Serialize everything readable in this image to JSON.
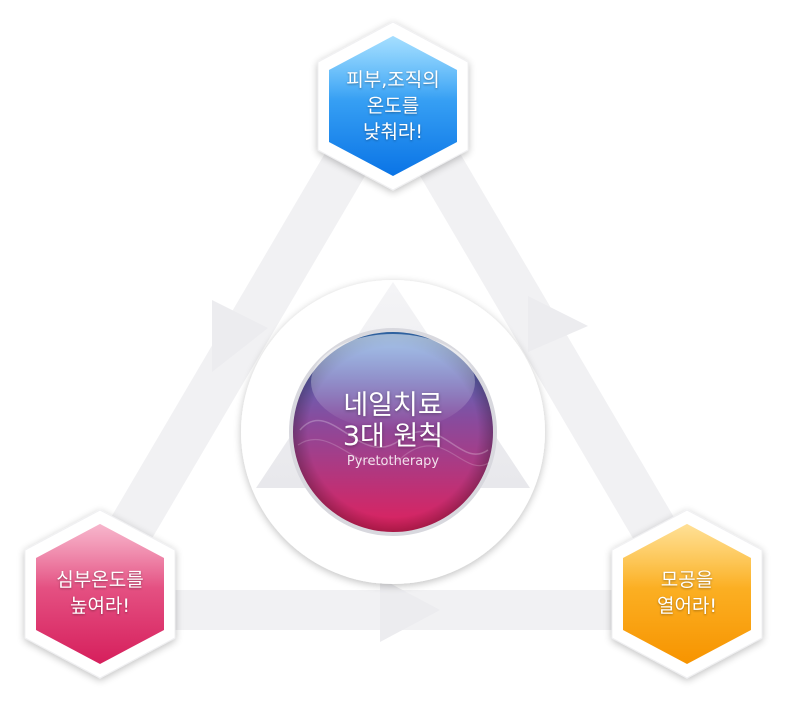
{
  "center": {
    "title_lines": [
      "네일치료",
      "3대 원칙"
    ],
    "subtitle": "Pyretotherapy"
  },
  "nodes": [
    {
      "id": "top",
      "lines": [
        "피부,조직의",
        "온도를",
        "낮춰라!"
      ],
      "color_light": "#5cc4ff",
      "color_dark": "#0a74e6"
    },
    {
      "id": "bottom-left",
      "lines": [
        "심부온도를",
        "높여라!"
      ],
      "color_light": "#f07aa2",
      "color_dark": "#d61f5c"
    },
    {
      "id": "bottom-right",
      "lines": [
        "모공을",
        "열어라!"
      ],
      "color_light": "#ffc640",
      "color_dark": "#f79400"
    }
  ],
  "colors": {
    "center_top": "#3b7fd0",
    "center_bottom": "#e0205c",
    "track": "#f1f1f3",
    "track_shadow": "#e4e4e8"
  }
}
